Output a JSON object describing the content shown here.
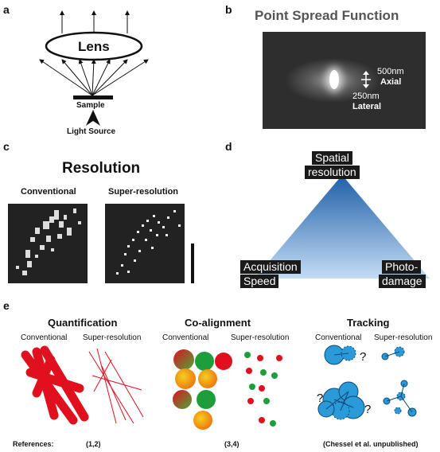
{
  "panels": {
    "a": {
      "label": "a",
      "lens": "Lens",
      "sample": "Sample",
      "light_source": "Light Source"
    },
    "b": {
      "label": "b",
      "title": "Point Spread Function",
      "axial_value": "500nm",
      "axial_label": "Axial",
      "lateral_value": "250nm",
      "lateral_label": "Lateral"
    },
    "c": {
      "label": "c",
      "title": "Resolution",
      "conventional": "Conventional",
      "super_resolution": "Super-resolution"
    },
    "d": {
      "label": "d",
      "top_line1": "Spatial",
      "top_line2": "resolution",
      "left_line1": "Acquisition",
      "left_line2": "Speed",
      "right_line1": "Photo-",
      "right_line2": "damage"
    },
    "e": {
      "label": "e",
      "quantification": {
        "title": "Quantification",
        "conventional": "Conventional",
        "super_resolution": "Super-resolution"
      },
      "coalignment": {
        "title": "Co-alignment",
        "conventional": "Conventional",
        "super_resolution": "Super-resolution"
      },
      "tracking": {
        "title": "Tracking",
        "conventional": "Conventional",
        "super_resolution": "Super-resolution",
        "question_mark": "?"
      },
      "references": {
        "label": "References:",
        "ref1": "(1,2)",
        "ref2": "(3,4)",
        "ref3": "(Chessel et al. unpublished)"
      }
    }
  },
  "colors": {
    "red": "#e0101e",
    "green": "#1e9e3a",
    "blue": "#2b9ad8",
    "triangle_top": "#1e5fa8",
    "triangle_bottom": "#c4dcf4"
  }
}
